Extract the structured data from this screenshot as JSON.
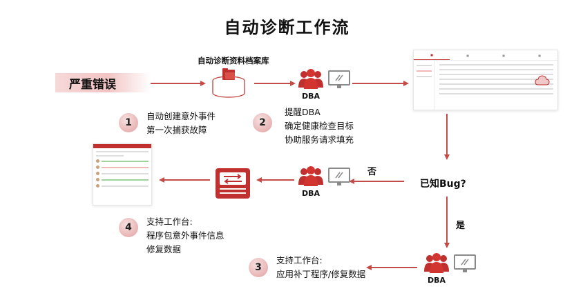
{
  "title": "自动诊断工作流",
  "severe_error": "严重错误",
  "archive": {
    "label": "自动诊断资料档案库",
    "icon": "database-folder-icon"
  },
  "dba_label": "DBA",
  "steps": [
    {
      "number": "1",
      "lines": [
        "自动创建意外事件",
        "第一次捕获故障"
      ]
    },
    {
      "number": "2",
      "lines": [
        "提醒DBA",
        "确定健康检查目标",
        "协助服务请求填充"
      ]
    },
    {
      "number": "3",
      "lines": [
        "支持工作台:",
        "应用补丁程序/修复数据"
      ]
    },
    {
      "number": "4",
      "lines": [
        "支持工作台:",
        "程序包意外事件信息",
        "修复数据"
      ]
    }
  ],
  "decision": {
    "question": "已知Bug?",
    "yes": "是",
    "no": "否"
  },
  "colors": {
    "accent": "#c0302e",
    "arrow": "#c44b47",
    "severe_bg": "#f2c4c4",
    "circle": "#e9b3b3"
  }
}
